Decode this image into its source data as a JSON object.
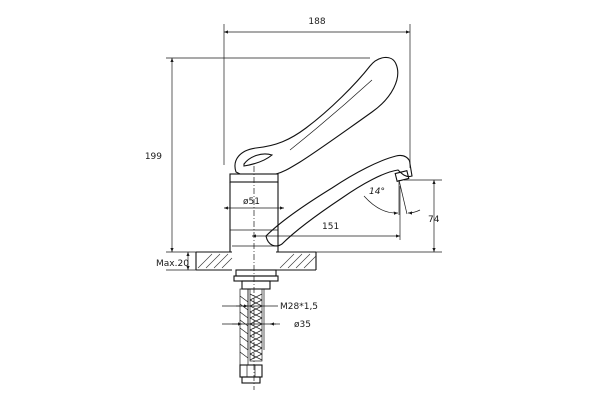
{
  "drawing": {
    "dimensions": {
      "overall_width": "188",
      "overall_height": "199",
      "spout_reach": "151",
      "spout_height": "74",
      "body_diameter": "ø51",
      "spout_angle": "14°",
      "max_deck_thickness": "Max.20",
      "thread_size": "M28*1,5",
      "shank_diameter": "ø35"
    }
  }
}
